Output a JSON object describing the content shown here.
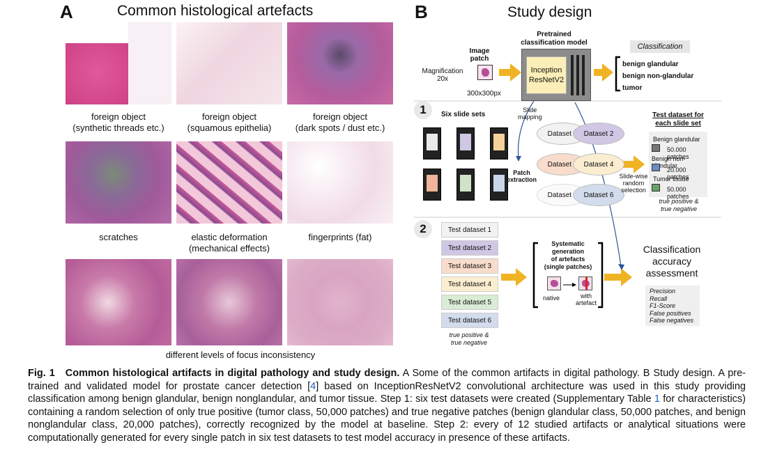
{
  "panel_a": {
    "letter": "A",
    "title": "Common histological artefacts",
    "captions": [
      [
        "foreign object",
        "(synthetic threads etc.)"
      ],
      [
        "foreign object",
        "(squamous epithelia)"
      ],
      [
        "foreign object",
        "(dark spots / dust etc.)"
      ],
      [
        "scratches",
        ""
      ],
      [
        "elastic deformation",
        "(mechanical effects)"
      ],
      [
        "fingerprints (fat)",
        ""
      ]
    ],
    "bottom_caption": "different levels of focus inconsistency"
  },
  "panel_b": {
    "letter": "B",
    "title": "Study design",
    "pretrained_label": [
      "Pretrained",
      "classification model"
    ],
    "model_name": [
      "Inception",
      "ResNetV2"
    ],
    "image_patch": [
      "Image",
      "patch"
    ],
    "magnification": [
      "Magnification",
      "20x"
    ],
    "patch_size": "300x300px",
    "classification_header": "Classification",
    "classes": [
      "benign glandular",
      "benign non-glandular",
      "tumor"
    ],
    "step1": "1",
    "step2": "2",
    "six_slide_sets": "Six slide sets",
    "slide_mapping": [
      "Slide",
      "mapping"
    ],
    "patch_extraction": [
      "Patch",
      "extraction"
    ],
    "datasets": [
      "Dataset 1",
      "Dataset 2",
      "Dataset 3",
      "Dataset 4",
      "Dataset 5",
      "Dataset 6"
    ],
    "slide_wise": [
      "Slide-wise",
      "random",
      "selection"
    ],
    "test_header": [
      "Test dataset for",
      "each slide set"
    ],
    "test_classes": [
      {
        "name": "Benign glandular",
        "count": "50.000 patches"
      },
      {
        "name": "Benign non-glandular",
        "count": "20.000 patches"
      },
      {
        "name": "Tumor tissue",
        "count": "50.000 patches"
      }
    ],
    "tp_tn": [
      "true positive &",
      "true negative"
    ],
    "test_datasets": [
      "Test dataset 1",
      "Test dataset 2",
      "Test dataset 3",
      "Test dataset 4",
      "Test dataset 5",
      "Test dataset 6"
    ],
    "systematic": [
      "Systematic",
      "generation",
      "of artefacts",
      "(single patches)"
    ],
    "native": "native",
    "with_artefact": [
      "with",
      "artefact"
    ],
    "accuracy_title": [
      "Classification",
      "accuracy",
      "assessment"
    ],
    "metrics": [
      "Precision",
      "Recall",
      "F1-Score",
      "False positives",
      "False negatives"
    ],
    "colors": {
      "arrow": "#f0b323",
      "model_fill": "#fbeeb8",
      "ds1": "#f2f2f2",
      "ds2": "#cfc7e3",
      "ds3": "#f9dccb",
      "ds4": "#fbedd0",
      "ds5": "#d9ecd5",
      "ds6": "#d3dcec"
    }
  },
  "figure_caption": {
    "label": "Fig. 1",
    "title": "Common histological artifacts in digital pathology and study design.",
    "body_1": " A Some of the common artifacts in digital pathology. B Study design. A pre-trained and validated model for prostate cancer detection [",
    "ref": "4",
    "body_2": "] based on InceptionResNetV2 convolutional architecture was used in this study providing classification among benign glandular, benign nonglandular, and tumor tissue. Step 1: six test datasets were created (Supplementary Table ",
    "ref2": "1",
    "body_3": " for characteristics) containing a random selection of only true positive (tumor class, 50,000 patches) and true negative patches (benign glandular class, 50,000 patches, and benign nonglandular class, 20,000 patches), correctly recognized by the model at baseline. Step 2: every of 12 studied artifacts or analytical situations were computationally generated for every single patch in six test datasets to test model accuracy in presence of these artifacts."
  }
}
